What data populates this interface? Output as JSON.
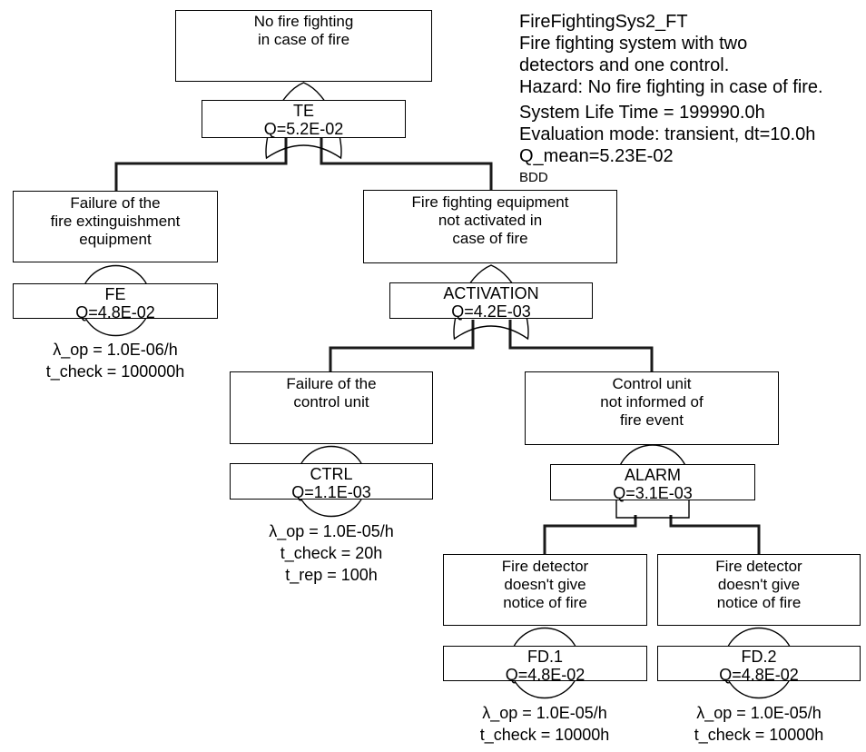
{
  "info_panel": {
    "title": "FireFightingSys2_FT",
    "description_line1": "Fire fighting system with two",
    "description_line2": "detectors and one control.",
    "hazard": "Hazard: No fire fighting in case of fire.",
    "system_life_time": "System Life Time = 199990.0h",
    "evaluation_mode": "Evaluation mode: transient, dt=10.0h",
    "q_mean": "Q_mean=5.23E-02",
    "engine": "BDD"
  },
  "tree": {
    "top_event": {
      "description": "No fire fighting\nin case of fire"
    },
    "te": {
      "name": "TE",
      "q": "Q=5.2E-02",
      "gate_icon": "or-gate"
    },
    "fe": {
      "description": "Failure of the\nfire extinguishment\nequipment",
      "name": "FE",
      "q": "Q=4.8E-02",
      "symbol_icon": "basic-event-circle",
      "params": "λ_op = 1.0E-06/h\nt_check = 100000h"
    },
    "ffe_event": {
      "description": "Fire fighting equipment\nnot activated in\ncase of fire"
    },
    "activation": {
      "name": "ACTIVATION",
      "q": "Q=4.2E-03",
      "gate_icon": "or-gate"
    },
    "ctrl": {
      "description": "Failure of the\ncontrol unit",
      "name": "CTRL",
      "q": "Q=1.1E-03",
      "symbol_icon": "basic-event-circle",
      "params": "λ_op = 1.0E-05/h\nt_check = 20h\nt_rep = 100h"
    },
    "cu_event": {
      "description": "Control unit\nnot informed of\nfire event"
    },
    "alarm": {
      "name": "ALARM",
      "q": "Q=3.1E-03",
      "gate_icon": "and-gate"
    },
    "fd1": {
      "description": "Fire detector\ndoesn't give\nnotice of fire",
      "name": "FD.1",
      "q": "Q=4.8E-02",
      "symbol_icon": "basic-event-circle",
      "params": "λ_op = 1.0E-05/h\nt_check = 10000h"
    },
    "fd2": {
      "description": "Fire detector\ndoesn't give\nnotice of fire",
      "name": "FD.2",
      "q": "Q=4.8E-02",
      "symbol_icon": "basic-event-circle",
      "params": "λ_op = 1.0E-05/h\nt_check = 10000h"
    }
  },
  "colors": {
    "stroke": "#000000",
    "background": "#ffffff"
  }
}
